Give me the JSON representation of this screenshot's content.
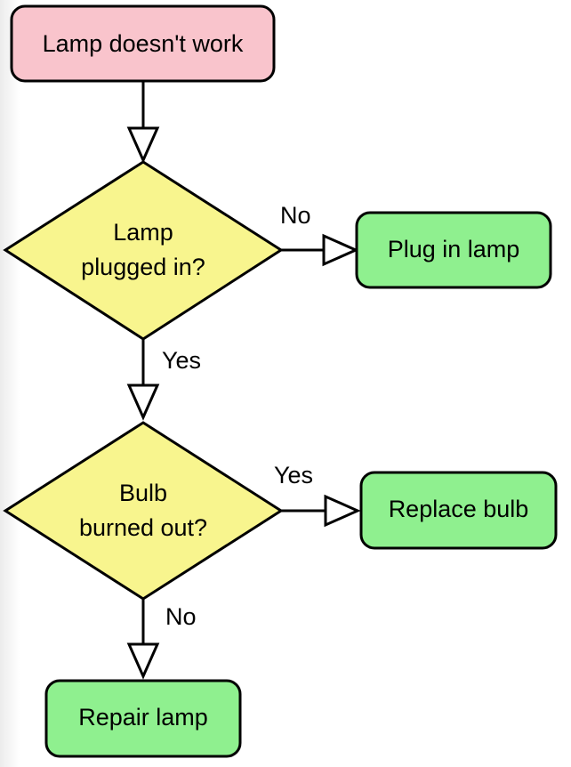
{
  "colors": {
    "start": "#f9c4cc",
    "decision": "#f8f58e",
    "action": "#8ff08f",
    "stroke": "#000000"
  },
  "nodes": {
    "start": {
      "label": "Lamp doesn't work"
    },
    "plugged": {
      "lines": [
        "Lamp",
        "plugged in?"
      ]
    },
    "plug_in": {
      "label": "Plug in lamp"
    },
    "bulb": {
      "lines": [
        "Bulb",
        "burned out?"
      ]
    },
    "replace": {
      "label": "Replace bulb"
    },
    "repair": {
      "label": "Repair lamp"
    }
  },
  "edges": {
    "plugged_no": "No",
    "plugged_yes": "Yes",
    "bulb_yes": "Yes",
    "bulb_no": "No"
  }
}
